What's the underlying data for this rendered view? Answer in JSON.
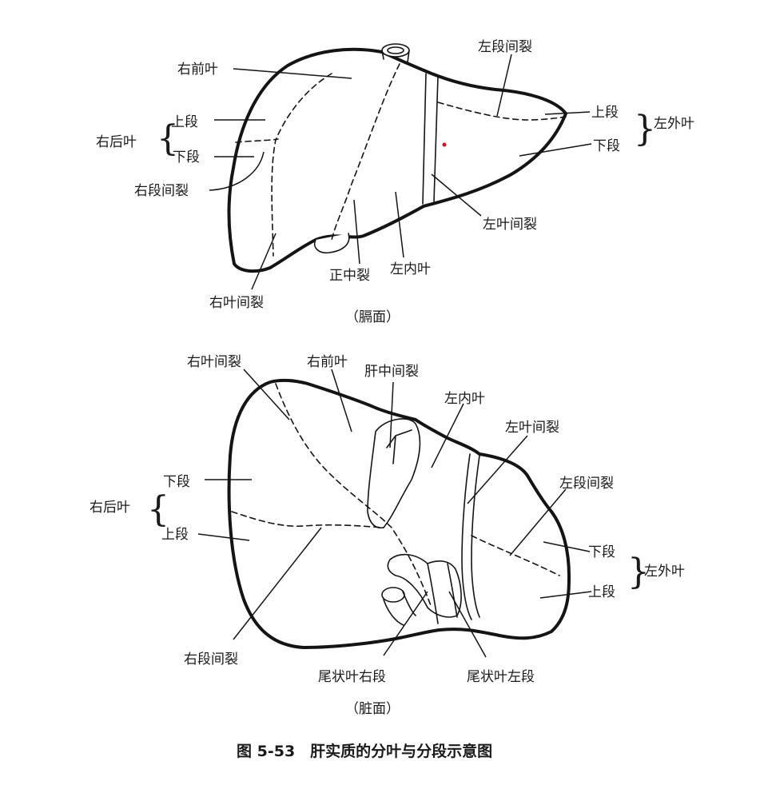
{
  "top_view": {
    "view_label": "（膈面）",
    "labels": {
      "right_anterior_lobe": "右前叶",
      "right_posterior_lobe": "右后叶",
      "upper_segment": "上段",
      "lower_segment": "下段",
      "right_segmental_fissure": "右段间裂",
      "right_interlobar_fissure": "右叶间裂",
      "median_fissure": "正中裂",
      "left_medial_lobe": "左内叶",
      "left_interlobar_fissure": "左叶间裂",
      "left_segmental_fissure": "左段间裂",
      "left_upper_segment": "上段",
      "left_lower_segment": "下段",
      "left_lateral_lobe": "左外叶"
    }
  },
  "bottom_view": {
    "view_label": "（脏面）",
    "labels": {
      "right_interlobar_fissure": "右叶间裂",
      "right_anterior_lobe": "右前叶",
      "middle_hepatic_fissure": "肝中间裂",
      "left_medial_lobe": "左内叶",
      "left_interlobar_fissure": "左叶间裂",
      "left_segmental_fissure": "左段间裂",
      "right_posterior_lobe": "右后叶",
      "lower_segment": "下段",
      "upper_segment": "上段",
      "left_lower_segment": "下段",
      "left_upper_segment": "上段",
      "left_lateral_lobe": "左外叶",
      "right_segmental_fissure": "右段间裂",
      "caudate_right_segment": "尾状叶右段",
      "caudate_left_segment": "尾状叶左段"
    }
  },
  "caption": "图 5-53　肝实质的分叶与分段示意图",
  "colors": {
    "line": "#141414",
    "marker": "#e01010"
  }
}
